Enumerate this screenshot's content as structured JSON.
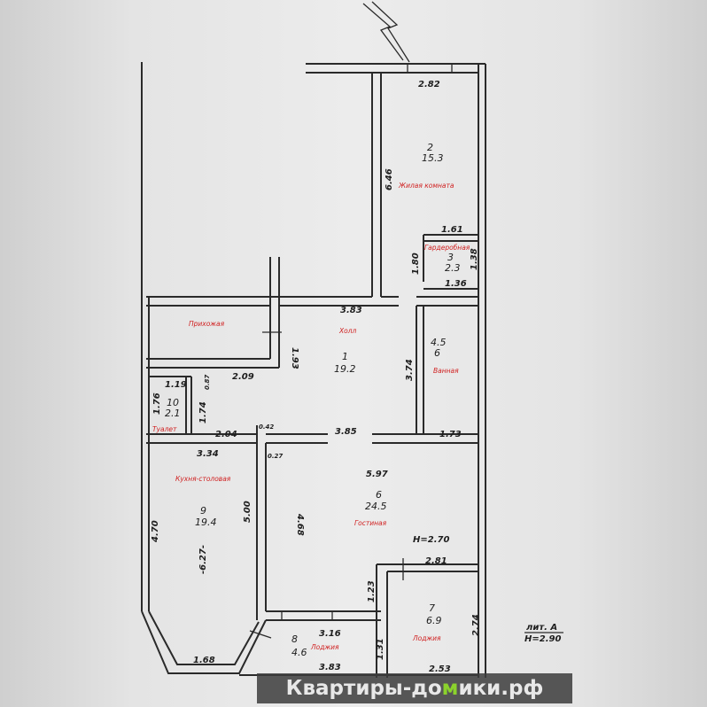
{
  "rooms": {
    "r2": {
      "num": "2",
      "area": "15.3",
      "name": "Жилая комната"
    },
    "r3": {
      "num": "3",
      "area": "2.3",
      "name": "Гардеробная"
    },
    "r1": {
      "num": "1",
      "area": "19.2",
      "name": "Холл"
    },
    "hall_entry": {
      "name": "Прихожая"
    },
    "r45": {
      "num": "4.5",
      "area": "6",
      "name": "Ванная"
    },
    "r10": {
      "num": "10",
      "area": "2.1",
      "name": "Туалет"
    },
    "r9": {
      "num": "9",
      "area": "19.4",
      "name": "Кухня-столовая"
    },
    "r6": {
      "num": "6",
      "area": "24.5",
      "name": "Гостиная",
      "height": "H=2.70"
    },
    "r8": {
      "num": "8",
      "area": "4.6",
      "name": "Лоджия"
    },
    "r7": {
      "num": "7",
      "area": "6.9",
      "name": "Лоджия"
    }
  },
  "dims": {
    "d282": "2.82",
    "d646": "6.46",
    "d161": "1.61",
    "d180": "1.80",
    "d138": "1.38",
    "d136": "1.36",
    "d383a": "3.83",
    "d193": "1.93",
    "d209": "2.09",
    "d374": "3.74",
    "d119": "1.19",
    "d176": "1.76",
    "d174": "1.74",
    "d087": "0.87",
    "d204": "2.04",
    "d334": "3.34",
    "d385": "3.85",
    "d173": "1.73",
    "d042": "0.42",
    "d027": "0.27",
    "d597": "5.97",
    "d468": "4.68",
    "d500": "5.00",
    "d470": "4.70",
    "d627": "-6.27-",
    "d281": "2.81",
    "d123": "1.23",
    "d316": "3.16",
    "d131": "1.31",
    "d168": "1.68",
    "d383b": "3.83",
    "d253": "2.53",
    "d274": "2.74"
  },
  "legend": {
    "lit": "лит. А",
    "height": "Н=2.90"
  },
  "watermark": {
    "part1": "Квартиры-до",
    "part2": "м",
    "part3": "ики.рф"
  }
}
